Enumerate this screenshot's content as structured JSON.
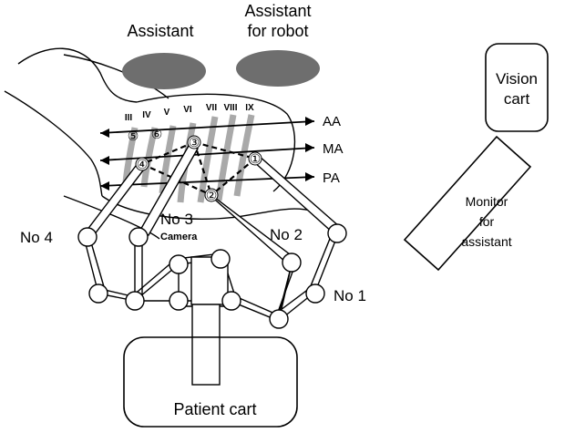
{
  "staff": {
    "assistant": "Assistant",
    "assistant_robot_line1": "Assistant",
    "assistant_robot_line2": "for robot"
  },
  "carts": {
    "vision_line1": "Vision",
    "vision_line2": "cart",
    "patient": "Patient cart",
    "monitor_line1": "Monitor",
    "monitor_line2": "for",
    "monitor_line3": "assistant"
  },
  "ribs": [
    "III",
    "IV",
    "V",
    "VI",
    "VII",
    "VIII",
    "IX"
  ],
  "axillary_lines": [
    "AA",
    "MA",
    "PA"
  ],
  "ports": [
    "①",
    "②",
    "③",
    "④",
    "⑤",
    "⑥"
  ],
  "arms": {
    "no1": "No 1",
    "no2": "No 2",
    "no3": "No 3",
    "no3_sub": "Camera",
    "no4": "No 4"
  },
  "colors": {
    "staff_fill": "#6e6e6e",
    "rib_stroke": "#a9a9a9"
  }
}
